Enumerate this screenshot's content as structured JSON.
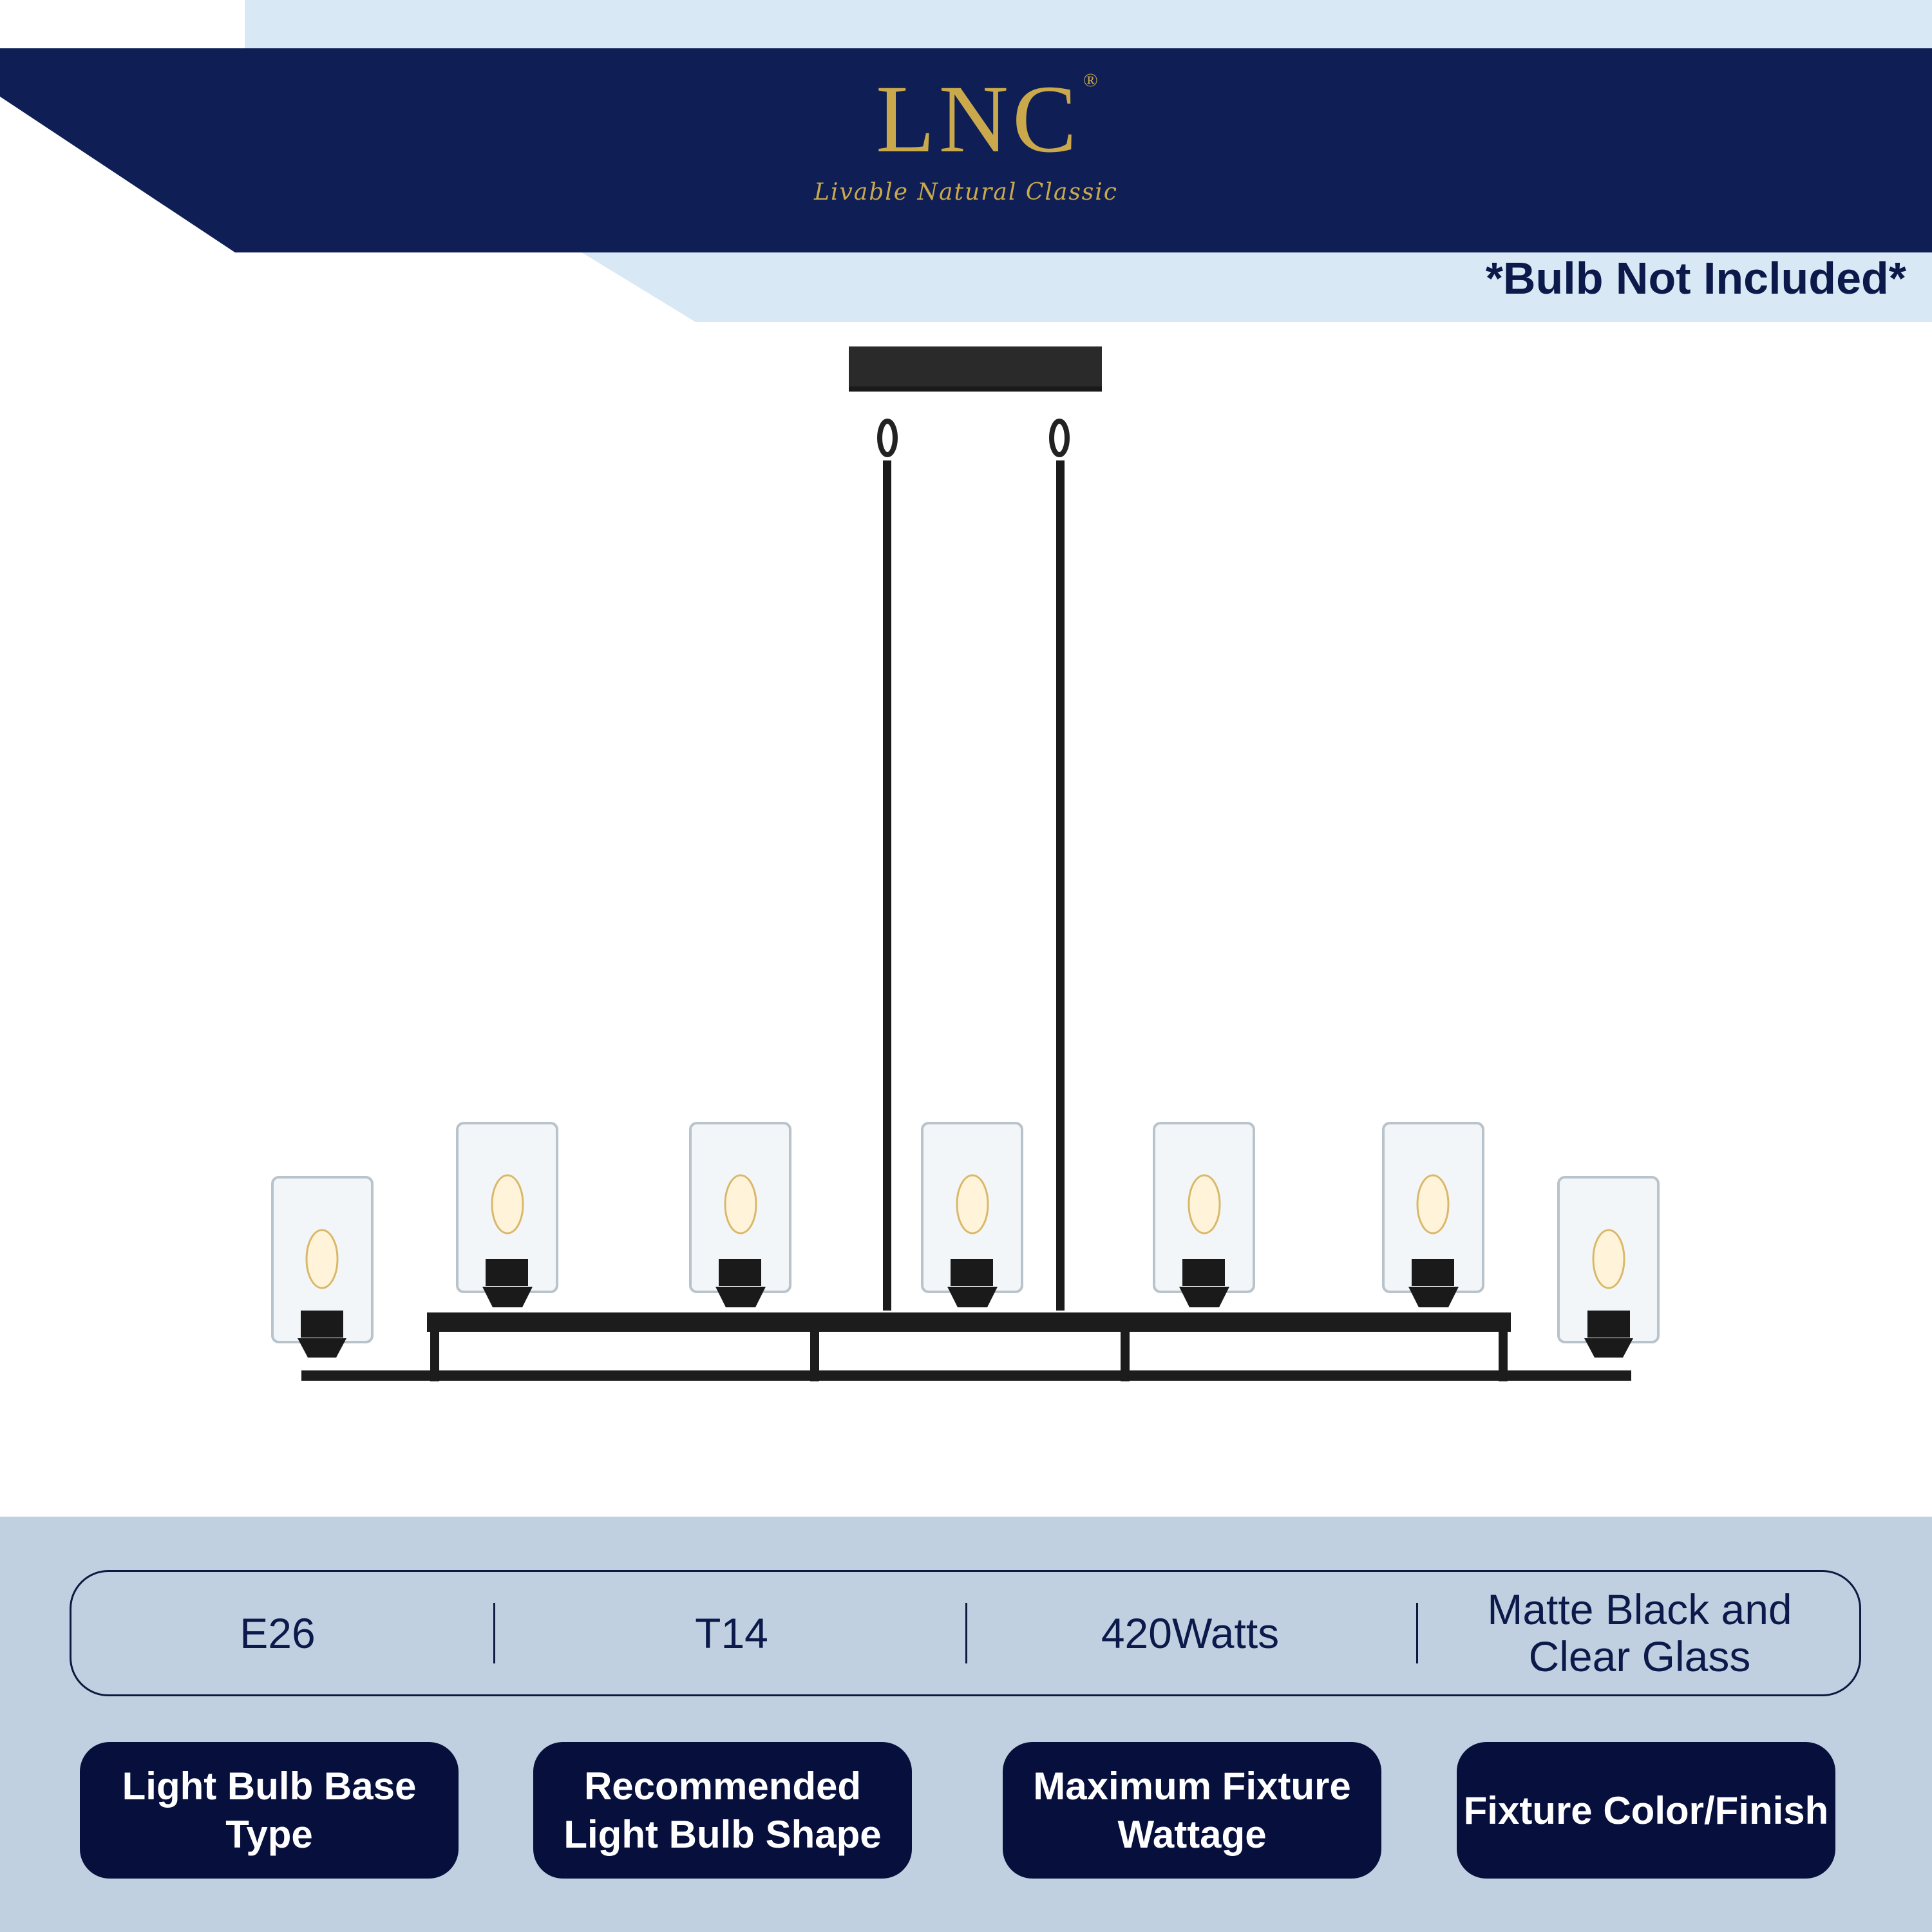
{
  "brand": {
    "name": "LNC",
    "registered": "®",
    "tagline": "Livable Natural Classic"
  },
  "notice": "*Bulb Not Included*",
  "product": {
    "image_icon": "chandelier-icon",
    "light_count": 7
  },
  "specs": [
    {
      "value": "E26",
      "label": "Light Bulb Base Type"
    },
    {
      "value": "T14",
      "label": "Recommended Light Bulb Shape"
    },
    {
      "value": "420Watts",
      "label": "Maximum Fixture Wattage"
    },
    {
      "value": "Matte Black and Clear Glass",
      "label": "Fixture Color/Finish"
    }
  ],
  "colors": {
    "navy": "#0f1f55",
    "label_bg": "#070f3c",
    "panel_bg": "#c0d0e0",
    "light_blue": "#d9e8f5",
    "gold": "#c9a94c"
  }
}
